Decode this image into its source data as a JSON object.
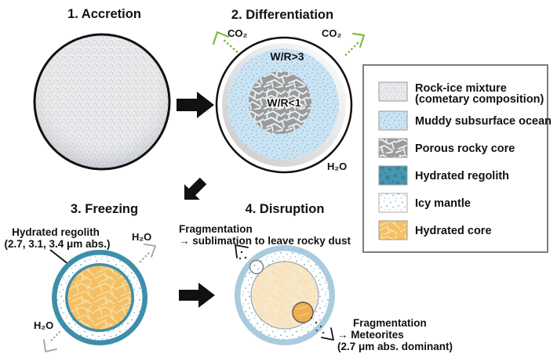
{
  "figure": {
    "stage1_title": "1. Accretion",
    "stage2_title": "2. Differentiation",
    "stage3_title": "3. Freezing",
    "stage4_title": "4. Disruption"
  },
  "stage2": {
    "co2_left": "CO₂",
    "co2_right": "CO₂",
    "wr_outer": "W/R>3",
    "wr_core": "W/R<1",
    "h2o": "H₂O"
  },
  "stage3": {
    "callout_line1": "Hydrated regolith",
    "callout_line2": "(2.7, 3.1, 3.4 μm abs.)",
    "h2o_top": "H₂O",
    "h2o_bottom": "H₂O"
  },
  "stage4": {
    "frag_sublimation_line1": "Fragmentation",
    "frag_sublimation_line2": "→ sublimation to leave rocky dust",
    "frag_meteorites_line1": "Fragmentation",
    "frag_meteorites_line2": "→ Meteorites",
    "frag_meteorites_line3": "(2.7 μm abs. dominant)"
  },
  "legend": {
    "items": [
      {
        "lines": [
          "Rock-ice mixture",
          "(cometary composition)"
        ],
        "pattern": "rock-ice-speckle"
      },
      {
        "lines": [
          "Muddy subsurface ocean"
        ],
        "pattern": "ocean-dots"
      },
      {
        "lines": [
          "Porous rocky core"
        ],
        "pattern": "porous-cracks"
      },
      {
        "lines": [
          "Hydrated regolith"
        ],
        "pattern": "regolith-blobs"
      },
      {
        "lines": [
          "Icy mantle"
        ],
        "pattern": "icy-dots"
      },
      {
        "lines": [
          "Hydrated core"
        ],
        "pattern": "hydrated-core-cracks"
      }
    ]
  },
  "colors": {
    "co2_green": "#76B82D",
    "h2o_gray": "#A2A2A2",
    "ocean_blue": "#CBE4F4",
    "rocky_core_gray": "#9B9B9B",
    "regolith_teal": "#3D8FA9",
    "hydrated_core_orange": "#F7BE63",
    "disruption_core_pale": "#FAE3BC",
    "disruption_ring_blue": "#A9CBDD",
    "arrow_black": "#111111"
  }
}
